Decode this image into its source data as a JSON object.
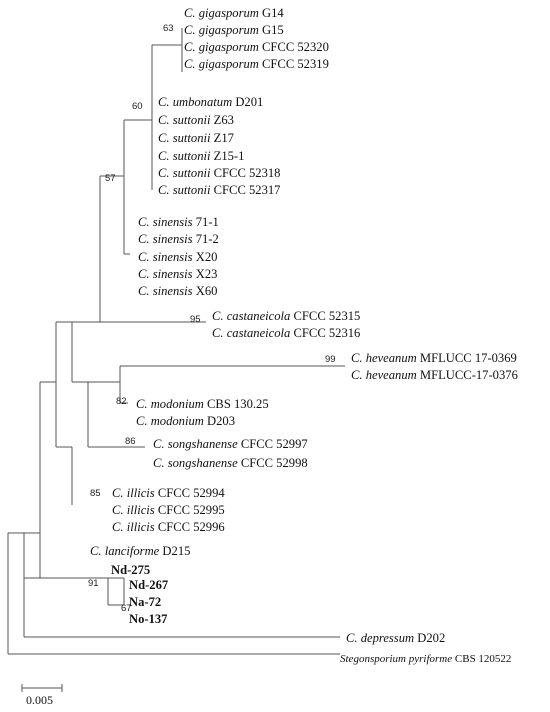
{
  "taxa": {
    "gig_g14": {
      "species": "C. gigasporum",
      "strain": "G14"
    },
    "gig_g15": {
      "species": "C. gigasporum",
      "strain": "G15"
    },
    "gig_52320": {
      "species": "C. gigasporum",
      "strain": "CFCC 52320"
    },
    "gig_52319": {
      "species": "C. gigasporum",
      "strain": "CFCC 52319"
    },
    "umb_d201": {
      "species": "C. umbonatum",
      "strain": "D201"
    },
    "sut_z63": {
      "species": "C. suttonii",
      "strain": "Z63"
    },
    "sut_z17": {
      "species": "C. suttonii",
      "strain": "Z17"
    },
    "sut_z151": {
      "species": "C. suttonii",
      "strain": "Z15-1"
    },
    "sut_52318": {
      "species": "C. suttonii",
      "strain": "CFCC 52318"
    },
    "sut_52317": {
      "species": "C. suttonii",
      "strain": "CFCC 52317"
    },
    "sin_711": {
      "species": "C. sinensis",
      "strain": "71-1"
    },
    "sin_712": {
      "species": "C. sinensis",
      "strain": "71-2"
    },
    "sin_x20": {
      "species": "C. sinensis",
      "strain": "X20"
    },
    "sin_x23": {
      "species": "C. sinensis",
      "strain": "X23"
    },
    "sin_x60": {
      "species": "C. sinensis",
      "strain": "X60"
    },
    "cas_52315": {
      "species": "C. castaneicola",
      "strain": "CFCC 52315"
    },
    "cas_52316": {
      "species": "C. castaneicola",
      "strain": "CFCC 52316"
    },
    "hev_0369": {
      "species": "C. heveanum",
      "strain": "MFLUCC 17-0369"
    },
    "hev_0376": {
      "species": "C. heveanum",
      "strain": "MFLUCC-17-0376"
    },
    "mod_cbs": {
      "species": "C. modonium",
      "strain": "CBS 130.25"
    },
    "mod_d203": {
      "species": "C. modonium",
      "strain": "D203"
    },
    "son_52997": {
      "species": "C. songshanense",
      "strain": "CFCC 52997"
    },
    "son_52998": {
      "species": "C. songshanense",
      "strain": "CFCC 52998"
    },
    "ill_52994": {
      "species": "C. illicis",
      "strain": "CFCC 52994"
    },
    "ill_52995": {
      "species": "C. illicis",
      "strain": "CFCC 52995"
    },
    "ill_52996": {
      "species": "C. illicis",
      "strain": "CFCC 52996"
    },
    "lan_d215": {
      "species": "C. lanciforme",
      "strain": "D215"
    },
    "nd275": {
      "species": "",
      "strain": "Nd-275"
    },
    "nd267": {
      "species": "",
      "strain": "Nd-267"
    },
    "na72": {
      "species": "",
      "strain": "Na-72"
    },
    "no137": {
      "species": "",
      "strain": "No-137"
    },
    "dep_d202": {
      "species": "C. depressum",
      "strain": "D202"
    },
    "ste_cbs": {
      "species": "Stegonsporium pyriforme",
      "strain": "CBS 120522"
    }
  },
  "bootstrap": {
    "gigasporum": "63",
    "umbonatum_suttonii": "60",
    "upper": "57",
    "castaneicola": "95",
    "heveanum": "99",
    "modonium": "82",
    "songshanense": "86",
    "illicis": "85",
    "new_clade": "91",
    "new_inner": "67"
  },
  "scale_bar": {
    "label": "0.005"
  }
}
